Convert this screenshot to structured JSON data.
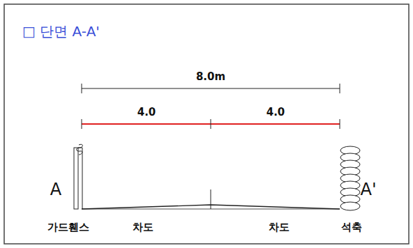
{
  "diagram": {
    "title": "□ 단면 A-A'",
    "labels": [
      "8.0m",
      "4.0",
      "4.0",
      "A",
      "A'",
      "가드휀스",
      "차도",
      "차도",
      "석축"
    ]
  }
}
